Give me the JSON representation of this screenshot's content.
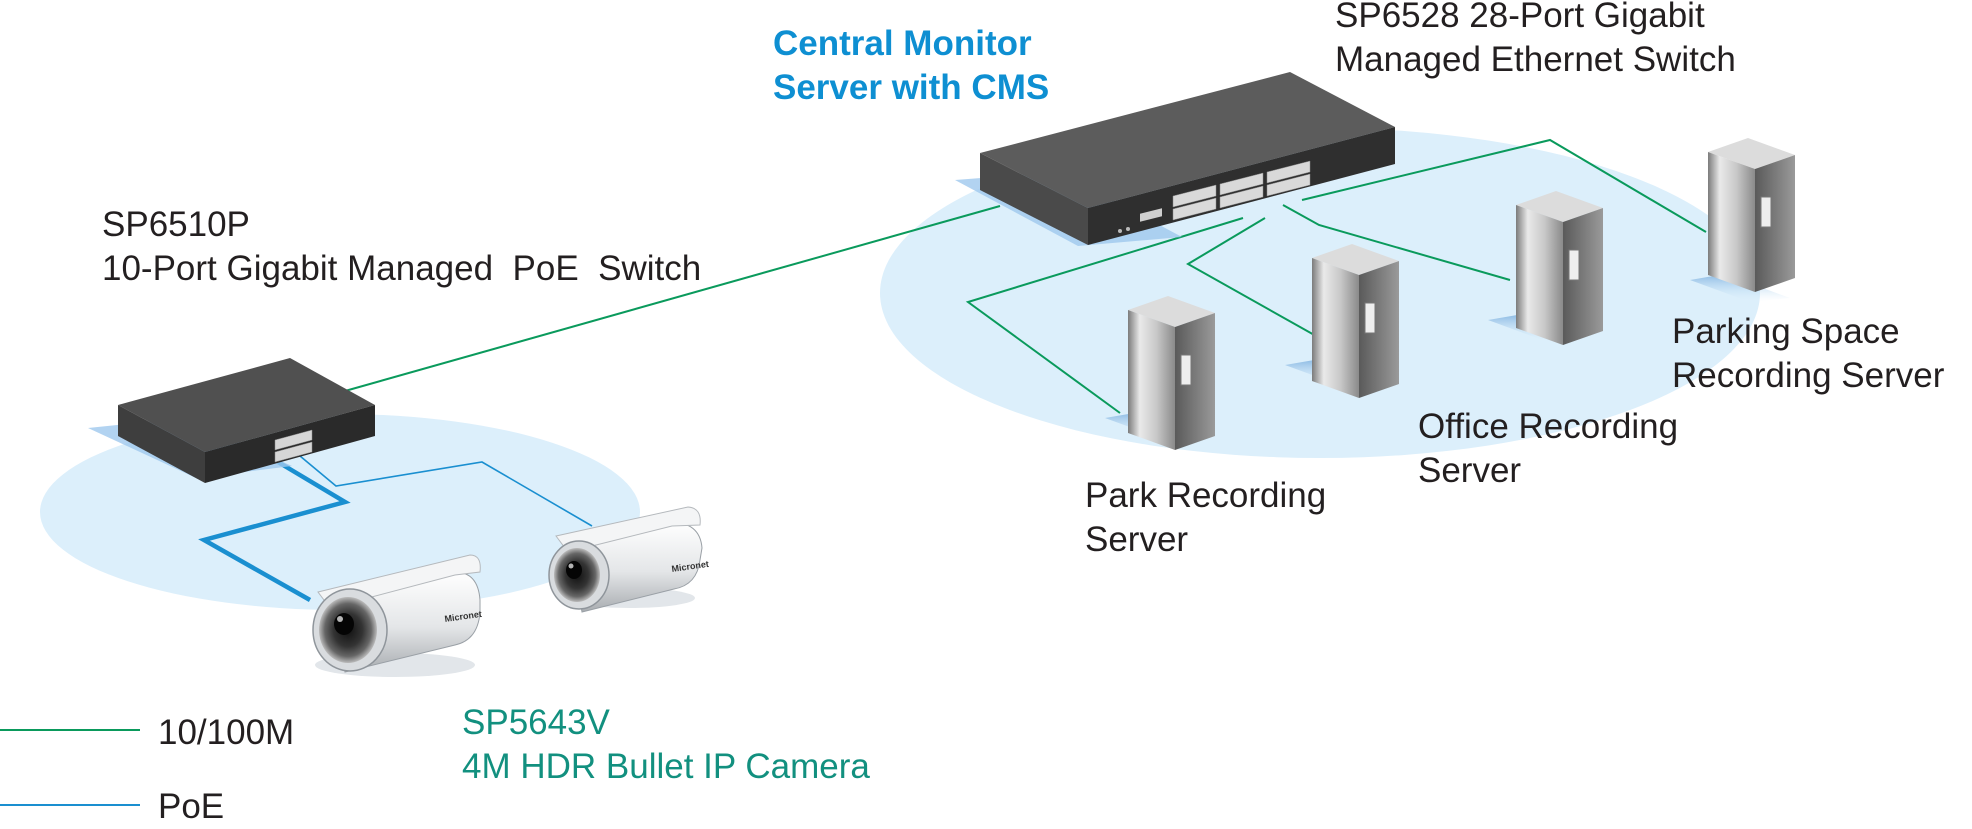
{
  "labels": {
    "cms_line1": "Central Monitor",
    "cms_line2": "Server with CMS",
    "core_switch_line1": "SP6528 28-Port Gigabit",
    "core_switch_line2": "Managed Ethernet Switch",
    "poe_switch_line1": "SP6510P",
    "poe_switch_line2": "10-Port Gigabit Managed  PoE  Switch",
    "parking_line1": "Parking Space",
    "parking_line2": "Recording Server",
    "office_line1": "Office Recording",
    "office_line2": "Server",
    "park_line1": "Park Recording",
    "park_line2": "Server",
    "camera_line1": "SP5643V",
    "camera_line2": "4M HDR Bullet IP Camera",
    "camera_brand": "Micronet"
  },
  "legend": [
    {
      "label": "10/100M",
      "color": "#0a9a5c"
    },
    {
      "label": "PoE",
      "color": "#1a8fd0"
    }
  ],
  "colors": {
    "link_10_100": "#0a9a5c",
    "link_poe": "#1a8fd0",
    "zone_fill": "#dceffb",
    "highlight_text": "#0e8fd2",
    "camera_text": "#12907f"
  }
}
